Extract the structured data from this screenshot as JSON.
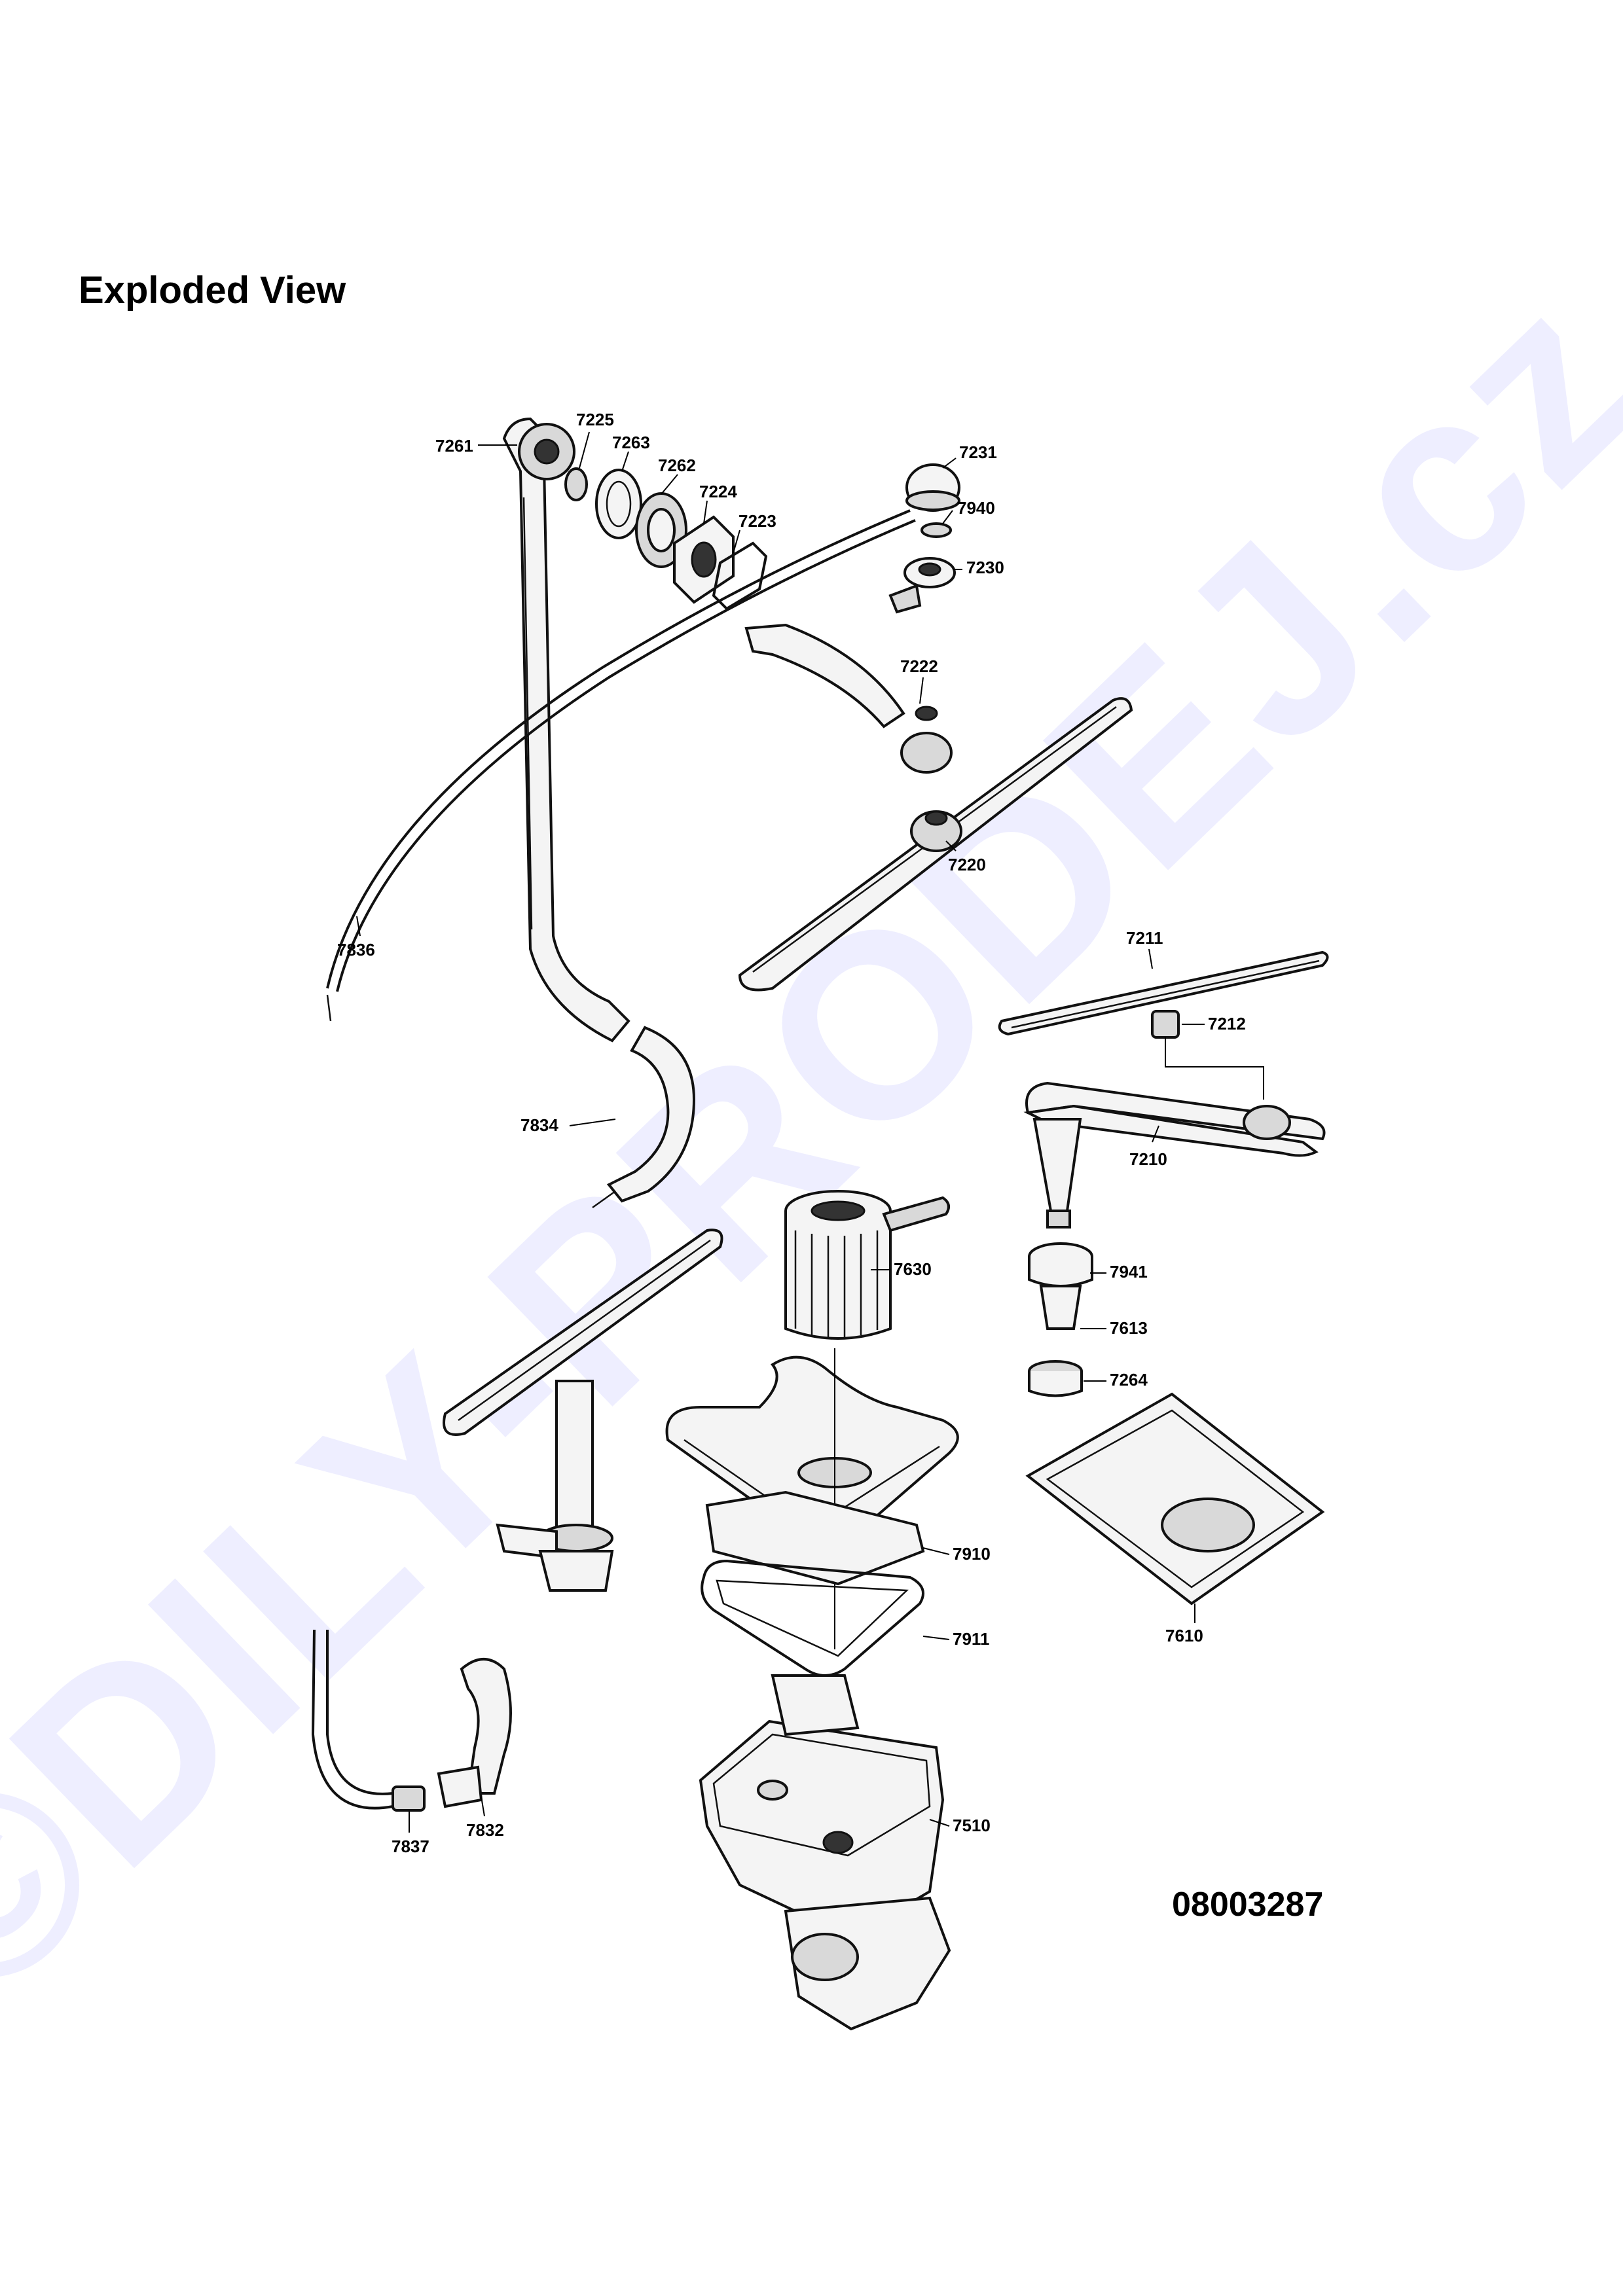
{
  "page": {
    "title": "Exploded View",
    "document_number": "08003287",
    "watermark": "©DILY-PRODEJ.cz"
  },
  "parts": [
    {
      "id": "7261"
    },
    {
      "id": "7225"
    },
    {
      "id": "7263"
    },
    {
      "id": "7262"
    },
    {
      "id": "7224"
    },
    {
      "id": "7223"
    },
    {
      "id": "7231"
    },
    {
      "id": "7940"
    },
    {
      "id": "7230"
    },
    {
      "id": "7222"
    },
    {
      "id": "7220"
    },
    {
      "id": "7836"
    },
    {
      "id": "7211"
    },
    {
      "id": "7212"
    },
    {
      "id": "7210"
    },
    {
      "id": "7834"
    },
    {
      "id": "7630"
    },
    {
      "id": "7941"
    },
    {
      "id": "7613"
    },
    {
      "id": "7264"
    },
    {
      "id": "7910"
    },
    {
      "id": "7610"
    },
    {
      "id": "7911"
    },
    {
      "id": "7510"
    },
    {
      "id": "7837"
    },
    {
      "id": "7832"
    }
  ]
}
